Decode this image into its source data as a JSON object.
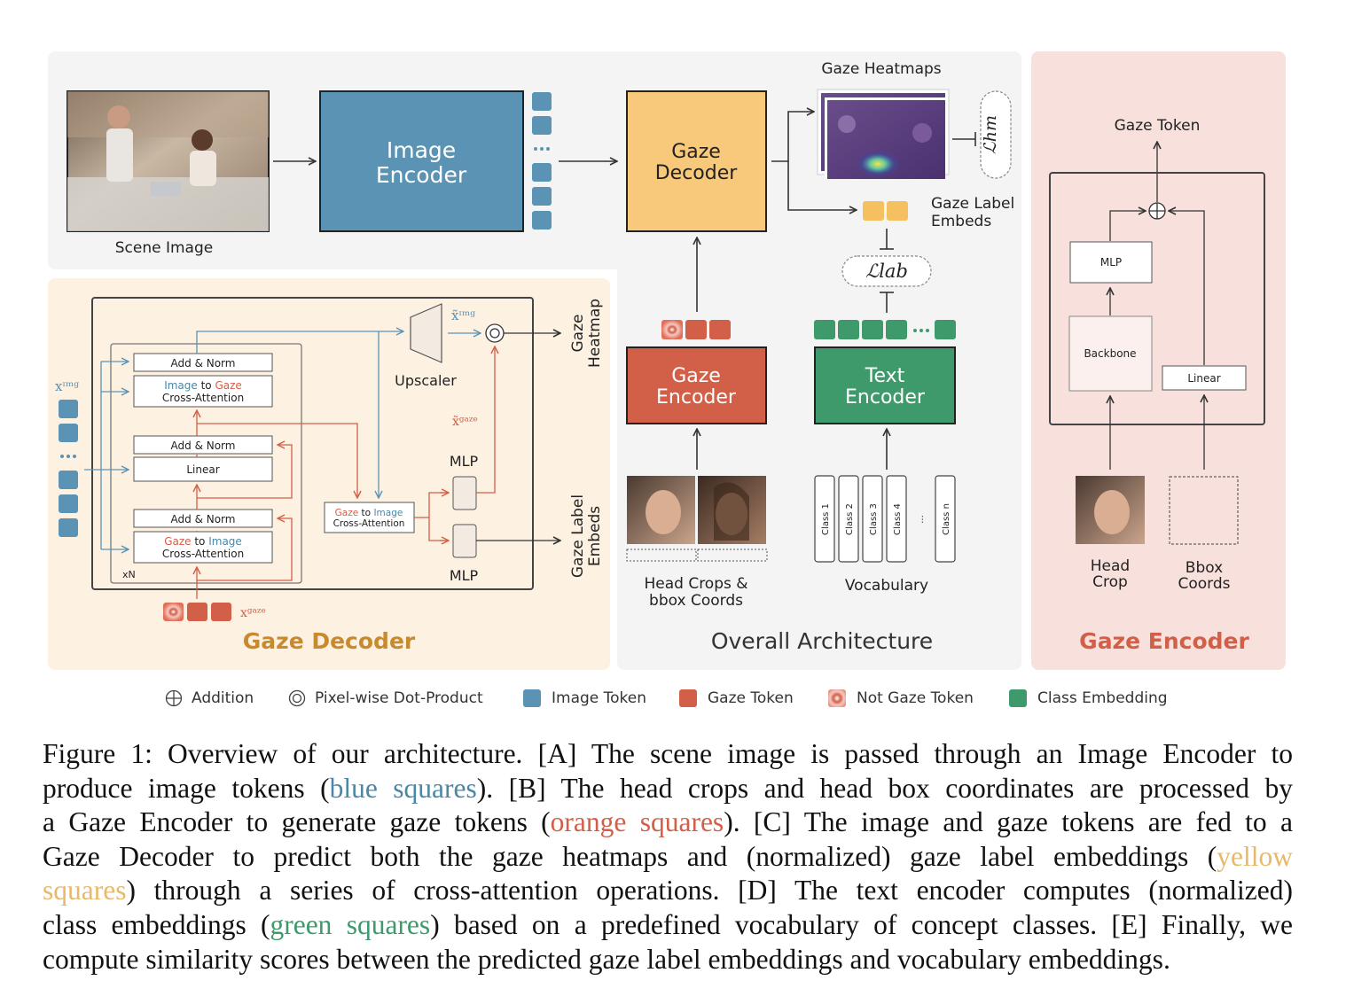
{
  "sections": {
    "overall_title": "Overall Architecture",
    "decoder_title": "Gaze Decoder",
    "encoder_title": "Gaze Encoder"
  },
  "overall": {
    "scene_image_label": "Scene Image",
    "image_encoder_label": [
      "Image",
      "Encoder"
    ],
    "gaze_decoder_label": [
      "Gaze",
      "Decoder"
    ],
    "gaze_heatmaps_label": "Gaze Heatmaps",
    "loss_hm": "ℒhm",
    "gaze_label_embeds": [
      "Gaze Label",
      "Embeds"
    ],
    "loss_lab": "ℒlab",
    "gaze_encoder_label": [
      "Gaze",
      "Encoder"
    ],
    "text_encoder_label": [
      "Text",
      "Encoder"
    ],
    "head_crops_label": [
      "Head Crops &",
      "bbox Coords"
    ],
    "vocabulary_label": "Vocabulary",
    "vocab_classes": [
      "Class 1",
      "Class 2",
      "Class 3",
      "Class 4",
      "...",
      "Class n"
    ],
    "ellipsis": "..."
  },
  "decoder_detail": {
    "x_img": "xᶦᵐᵍ",
    "x_img_tilde": "x̃ᶦᵐᵍ",
    "x_gaze": "xᵍᵃᶻᵉ",
    "x_gaze_tilde": "x̃ᵍᵃᶻᵉ",
    "add_norm": "Add & Norm",
    "img_to_gaze": [
      "Image",
      " to ",
      "Gaze"
    ],
    "cross_attention": "Cross-Attention",
    "linear": "Linear",
    "gaze_to_image": [
      "Gaze",
      " to ",
      "Image"
    ],
    "xn": "xN",
    "upscaler": "Upscaler",
    "mlp": "MLP",
    "gaze_heatmap": [
      "Gaze",
      "Heatmap"
    ],
    "gaze_label_embeds": [
      "Gaze Label",
      "Embeds"
    ]
  },
  "encoder_detail": {
    "gaze_token": "Gaze Token",
    "mlp": "MLP",
    "backbone": "Backbone",
    "linear": "Linear",
    "head_crop": [
      "Head",
      "Crop"
    ],
    "bbox_coords": [
      "Bbox",
      "Coords"
    ]
  },
  "legend": {
    "addition": "Addition",
    "dot_product": "Pixel-wise Dot-Product",
    "image_token": "Image Token",
    "gaze_token": "Gaze Token",
    "not_gaze_token": "Not Gaze Token",
    "class_embedding": "Class Embedding"
  },
  "caption": {
    "line1": "Figure 1: Overview of our architecture. [A] The scene image is passed through an Image Encoder to",
    "line2a": "produce image tokens (",
    "line2_blue": "blue squares",
    "line2b": "). [B] The head crops and head box coordinates are processed by",
    "line3a": "a Gaze Encoder to generate gaze tokens (",
    "line3_orange": "orange squares",
    "line3b": "). [C] The image and gaze tokens are fed to a",
    "line4a": "Gaze Decoder to predict both the gaze heatmaps and (normalized) gaze label embeddings (",
    "line4_yellow": "yellow",
    "line5_yellow": "squares",
    "line5b": ") through a series of cross-attention operations. [D] The text encoder computes (normalized)",
    "line6a": "class embeddings (",
    "line6_green": "green squares",
    "line6b": ") based on a predefined vocabulary of concept classes. [E] Finally, we",
    "line7": "compute similarity scores between the predicted gaze label embeddings and vocabulary embeddings."
  },
  "colors": {
    "image_token": "#5b93b4",
    "gaze_token": "#d25f48",
    "gaze_decoder_fill": "#f8c97a",
    "class_embedding": "#3f9a6b",
    "label_embed": "#f5c060",
    "overall_bg": "#f4f4f4",
    "decoder_bg": "#fdf1e2",
    "encoder_bg": "#f8e1dd",
    "decoder_title": "#c98a2e",
    "encoder_title": "#d25f48"
  }
}
